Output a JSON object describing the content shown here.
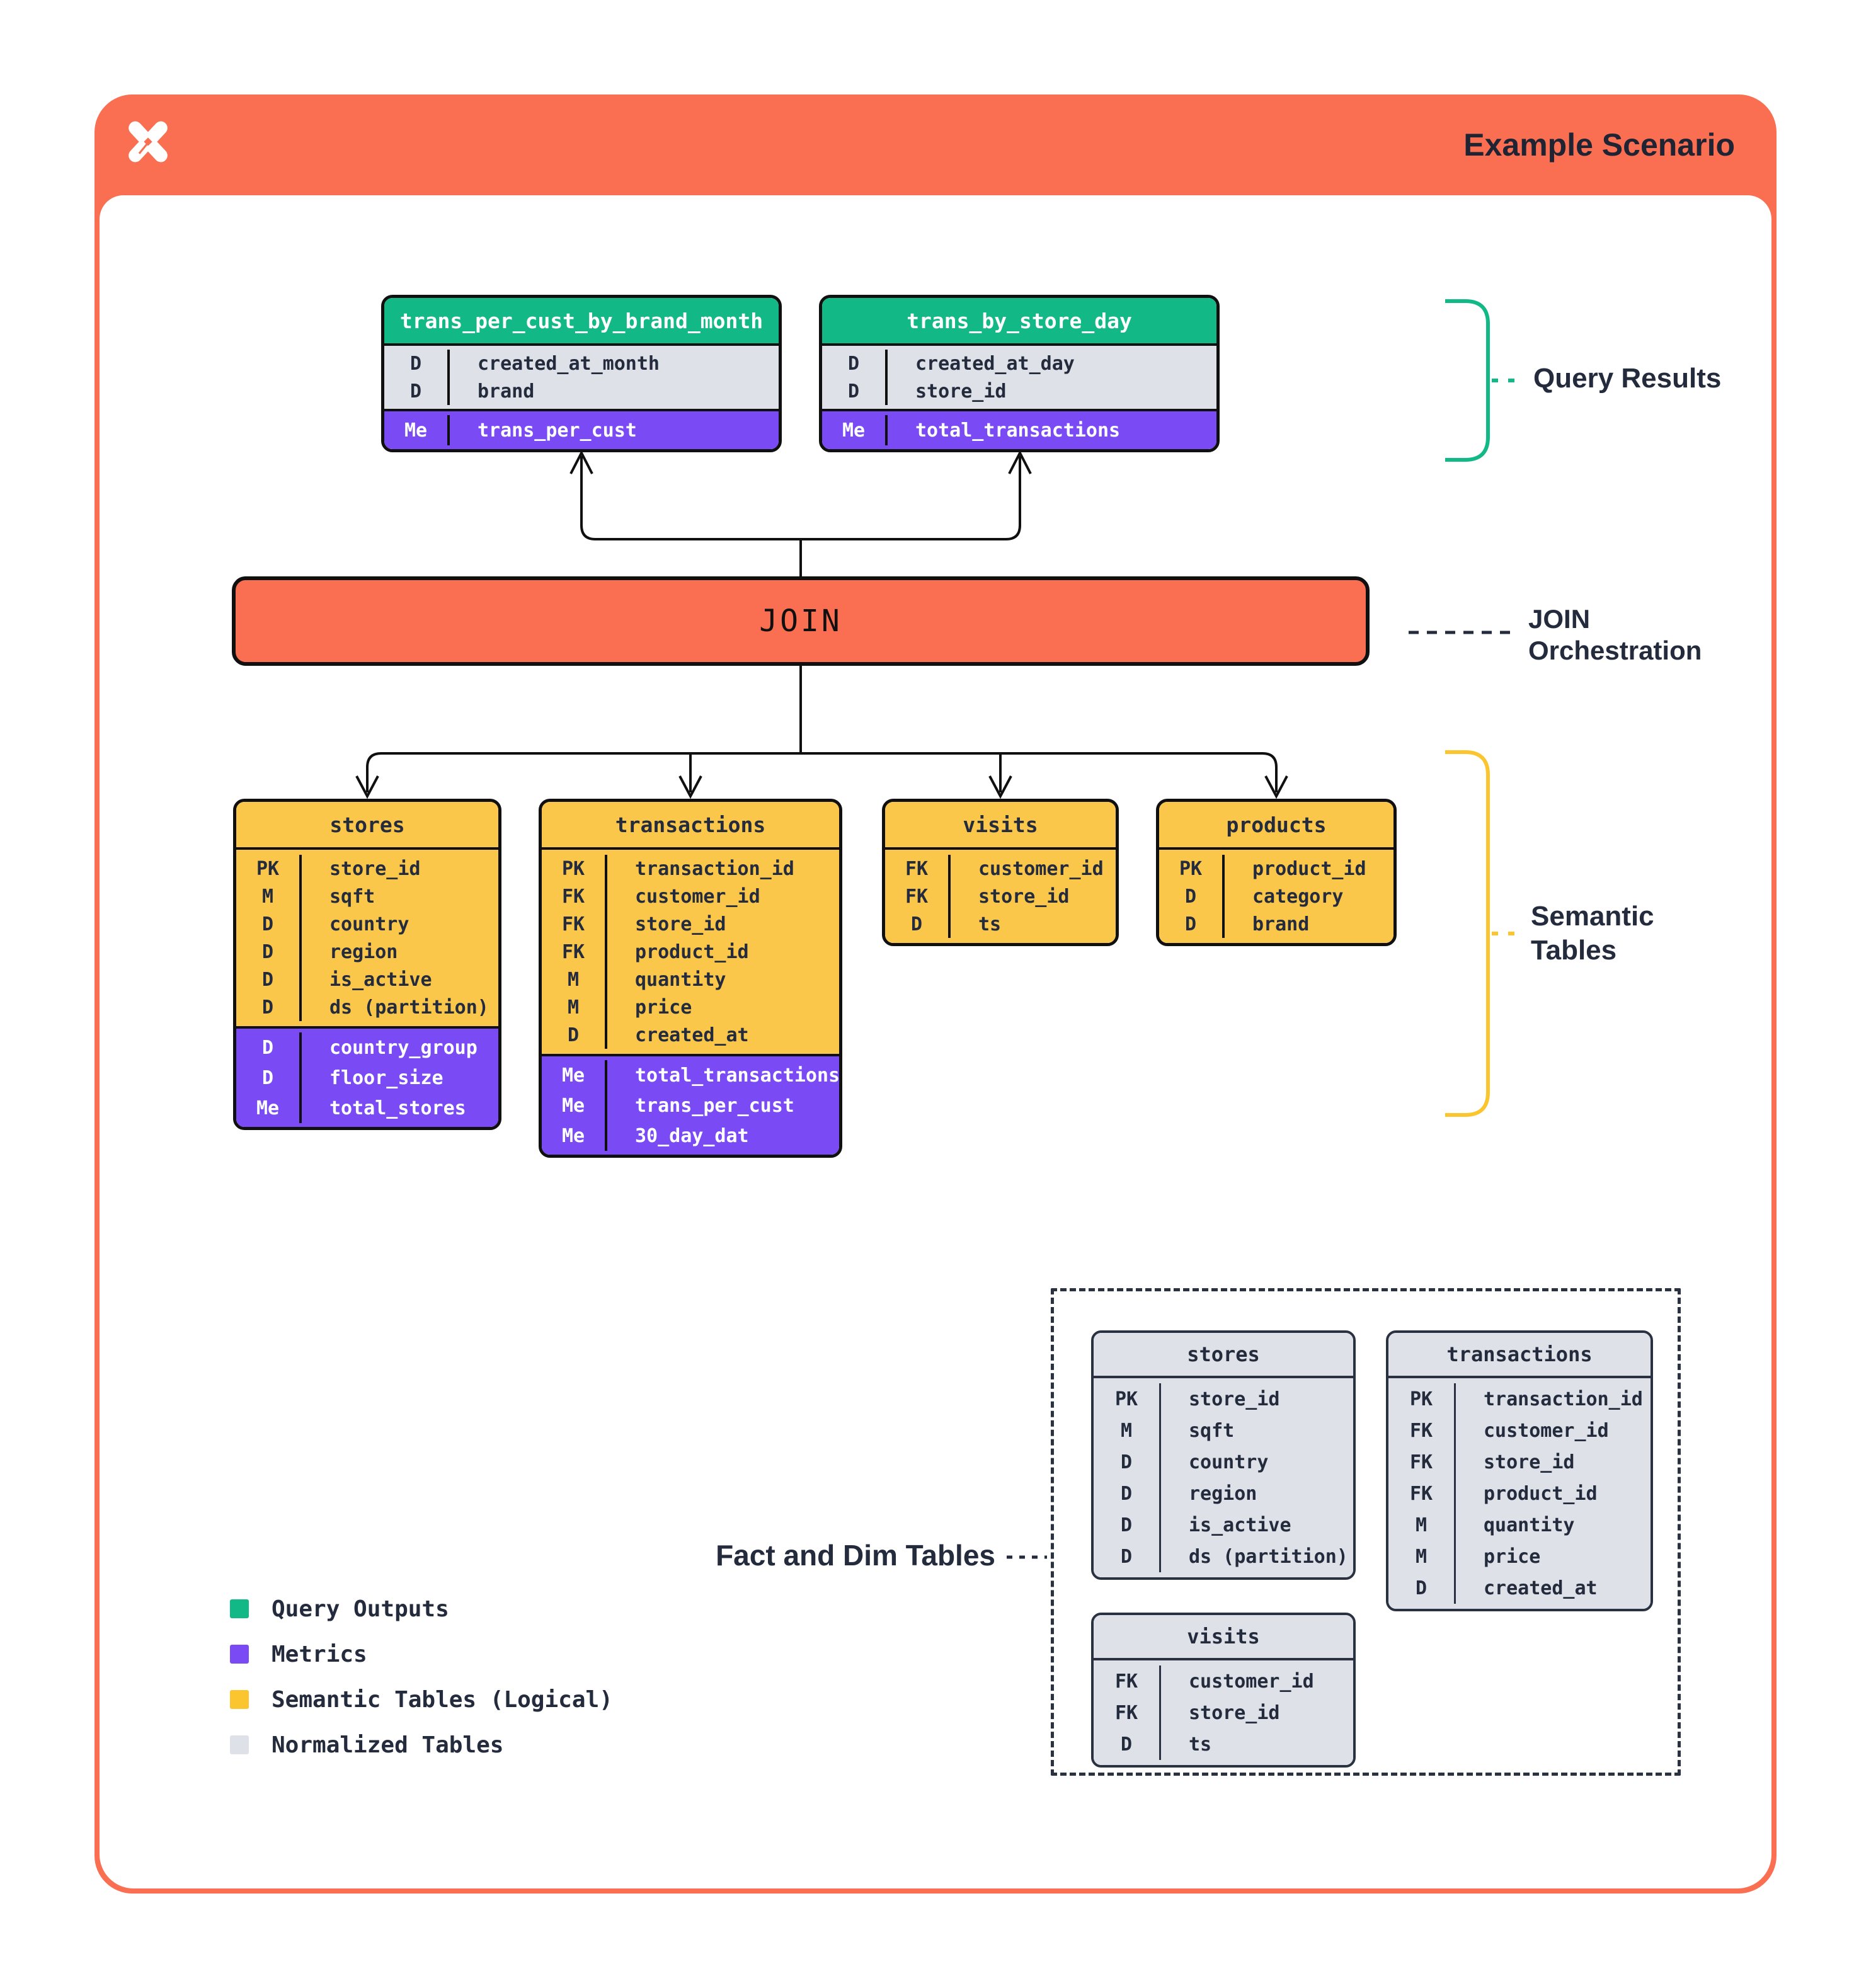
{
  "colors": {
    "orange": "#FA6E51",
    "green": "#12B886",
    "purple": "#7A4BF5",
    "yellow": "#FBC74B",
    "gray": "#DEE2E8",
    "navy": "#232B3D"
  },
  "header": {
    "title": "Example Scenario"
  },
  "annotations": {
    "query_results": "Query Results",
    "join_line1": "JOIN",
    "join_line2": "Orchestration",
    "semantic_line1": "Semantic",
    "semantic_line2": "Tables",
    "fact_dim": "Fact and Dim Tables"
  },
  "join_bar": {
    "label": "JOIN"
  },
  "query_results_tables": [
    {
      "name": "trans_per_cust_by_brand_month",
      "rows": [
        {
          "key": "D",
          "field": "created_at_month"
        },
        {
          "key": "D",
          "field": "brand"
        }
      ],
      "metrics": [
        {
          "key": "Me",
          "field": "trans_per_cust"
        }
      ]
    },
    {
      "name": "trans_by_store_day",
      "rows": [
        {
          "key": "D",
          "field": "created_at_day"
        },
        {
          "key": "D",
          "field": "store_id"
        }
      ],
      "metrics": [
        {
          "key": "Me",
          "field": "total_transactions"
        }
      ]
    }
  ],
  "semantic_tables": [
    {
      "name": "stores",
      "fields": [
        {
          "key": "PK",
          "field": "store_id"
        },
        {
          "key": "M",
          "field": "sqft"
        },
        {
          "key": "D",
          "field": "country"
        },
        {
          "key": "D",
          "field": "region"
        },
        {
          "key": "D",
          "field": "is_active"
        },
        {
          "key": "D",
          "field": "ds (partition)"
        }
      ],
      "metrics": [
        {
          "key": "D",
          "field": "country_group"
        },
        {
          "key": "D",
          "field": "floor_size"
        },
        {
          "key": "Me",
          "field": "total_stores"
        }
      ]
    },
    {
      "name": "transactions",
      "fields": [
        {
          "key": "PK",
          "field": "transaction_id"
        },
        {
          "key": "FK",
          "field": "customer_id"
        },
        {
          "key": "FK",
          "field": "store_id"
        },
        {
          "key": "FK",
          "field": "product_id"
        },
        {
          "key": "M",
          "field": "quantity"
        },
        {
          "key": "M",
          "field": "price"
        },
        {
          "key": "D",
          "field": "created_at"
        }
      ],
      "metrics": [
        {
          "key": "Me",
          "field": "total_transactions"
        },
        {
          "key": "Me",
          "field": "trans_per_cust"
        },
        {
          "key": "Me",
          "field": "30_day_dat"
        }
      ]
    },
    {
      "name": "visits",
      "fields": [
        {
          "key": "FK",
          "field": "customer_id"
        },
        {
          "key": "FK",
          "field": "store_id"
        },
        {
          "key": "D",
          "field": "ts"
        }
      ],
      "metrics": []
    },
    {
      "name": "products",
      "fields": [
        {
          "key": "PK",
          "field": "product_id"
        },
        {
          "key": "D",
          "field": "category"
        },
        {
          "key": "D",
          "field": "brand"
        }
      ],
      "metrics": []
    }
  ],
  "normalized_tables": [
    {
      "name": "stores",
      "fields": [
        {
          "key": "PK",
          "field": "store_id"
        },
        {
          "key": "M",
          "field": "sqft"
        },
        {
          "key": "D",
          "field": "country"
        },
        {
          "key": "D",
          "field": "region"
        },
        {
          "key": "D",
          "field": "is_active"
        },
        {
          "key": "D",
          "field": "ds (partition)"
        }
      ]
    },
    {
      "name": "transactions",
      "fields": [
        {
          "key": "PK",
          "field": "transaction_id"
        },
        {
          "key": "FK",
          "field": "customer_id"
        },
        {
          "key": "FK",
          "field": "store_id"
        },
        {
          "key": "FK",
          "field": "product_id"
        },
        {
          "key": "M",
          "field": "quantity"
        },
        {
          "key": "M",
          "field": "price"
        },
        {
          "key": "D",
          "field": "created_at"
        }
      ]
    },
    {
      "name": "visits",
      "fields": [
        {
          "key": "FK",
          "field": "customer_id"
        },
        {
          "key": "FK",
          "field": "store_id"
        },
        {
          "key": "D",
          "field": "ts"
        }
      ]
    }
  ],
  "legend": {
    "items": [
      {
        "label": "Query Outputs",
        "color": "#12B886"
      },
      {
        "label": "Metrics",
        "color": "#7A4BF5"
      },
      {
        "label": "Semantic Tables (Logical)",
        "color": "#FBC52F"
      },
      {
        "label": "Normalized Tables",
        "color": "#DEE2E8"
      }
    ]
  }
}
